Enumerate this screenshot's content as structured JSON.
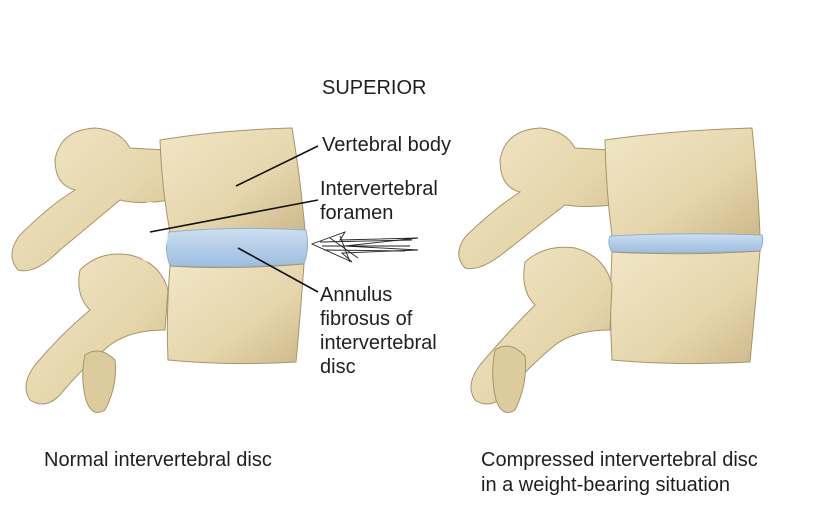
{
  "diagram": {
    "orientation_label": "SUPERIOR",
    "labels": {
      "vertebral_body": "Vertebral body",
      "foramen_line1": "Intervertebral",
      "foramen_line2": "foramen",
      "annulus_line1": "Annulus",
      "annulus_line2": "fibrosus of",
      "annulus_line3": "intervertebral",
      "annulus_line4": "disc"
    },
    "captions": {
      "left": "Normal intervertebral disc",
      "right_line1": "Compressed intervertebral disc",
      "right_line2": "in a weight-bearing situation"
    },
    "colors": {
      "bone": "#e9dcb7",
      "bone_shadow": "#c9b68a",
      "bone_outline": "#a8946a",
      "disc": "#b9d2ea",
      "disc_outline": "#8fb0d2"
    },
    "icons": [
      "compression-arrow-icon"
    ]
  }
}
